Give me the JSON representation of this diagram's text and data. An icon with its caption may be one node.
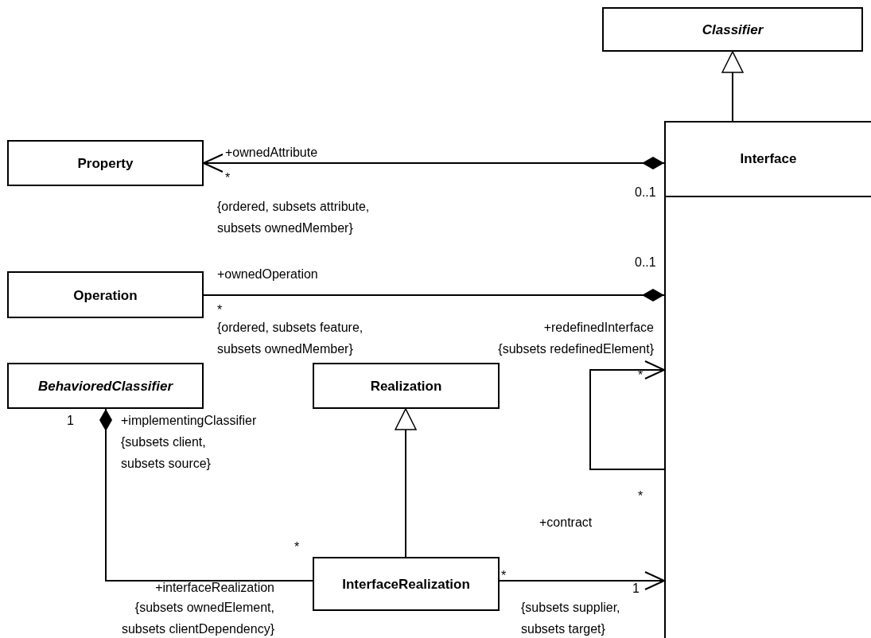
{
  "diagram": {
    "nodes": [
      {
        "text": [
          "Classifier"
        ]
      },
      {
        "text": [
          "Interface"
        ]
      },
      {
        "text": [
          "Property"
        ]
      },
      {
        "text": [
          "Operation"
        ]
      },
      {
        "text": [
          "BehavioredClassifier"
        ]
      },
      {
        "text": [
          "Realization"
        ]
      },
      {
        "text": [
          "InterfaceRealization"
        ]
      }
    ],
    "edges": [
      {
        "from": 1,
        "to": 0,
        "arrow": "to"
      },
      {
        "from": 1,
        "to": 2,
        "arrow": "to"
      },
      {
        "from": 1,
        "to": 3,
        "arrow": "other"
      },
      {
        "from": 1,
        "to": 1,
        "arrow": "to"
      },
      {
        "from": 6,
        "to": 5,
        "arrow": "to"
      },
      {
        "from": 4,
        "to": 6,
        "arrow": "other"
      },
      {
        "from": 6,
        "to": 1,
        "arrow": "to"
      }
    ],
    "labels": [
      "+ownedAttribute",
      "*",
      "0..1",
      "{ordered, subsets attribute, subsets ownedMember}",
      "0..1",
      "+ownedOperation",
      "*",
      "{ordered, subsets feature, subsets ownedMember}",
      "+redefinedInterface",
      "{subsets redefinedElement}",
      "*",
      "1",
      "+implementingClassifier",
      "{subsets client, subsets source}",
      "*",
      "+contract",
      "*",
      "*",
      "+interfaceRealization",
      "1",
      "{subsets ownedElement, subsets clientDependency}",
      "{subsets supplier, subsets target}"
    ]
  }
}
